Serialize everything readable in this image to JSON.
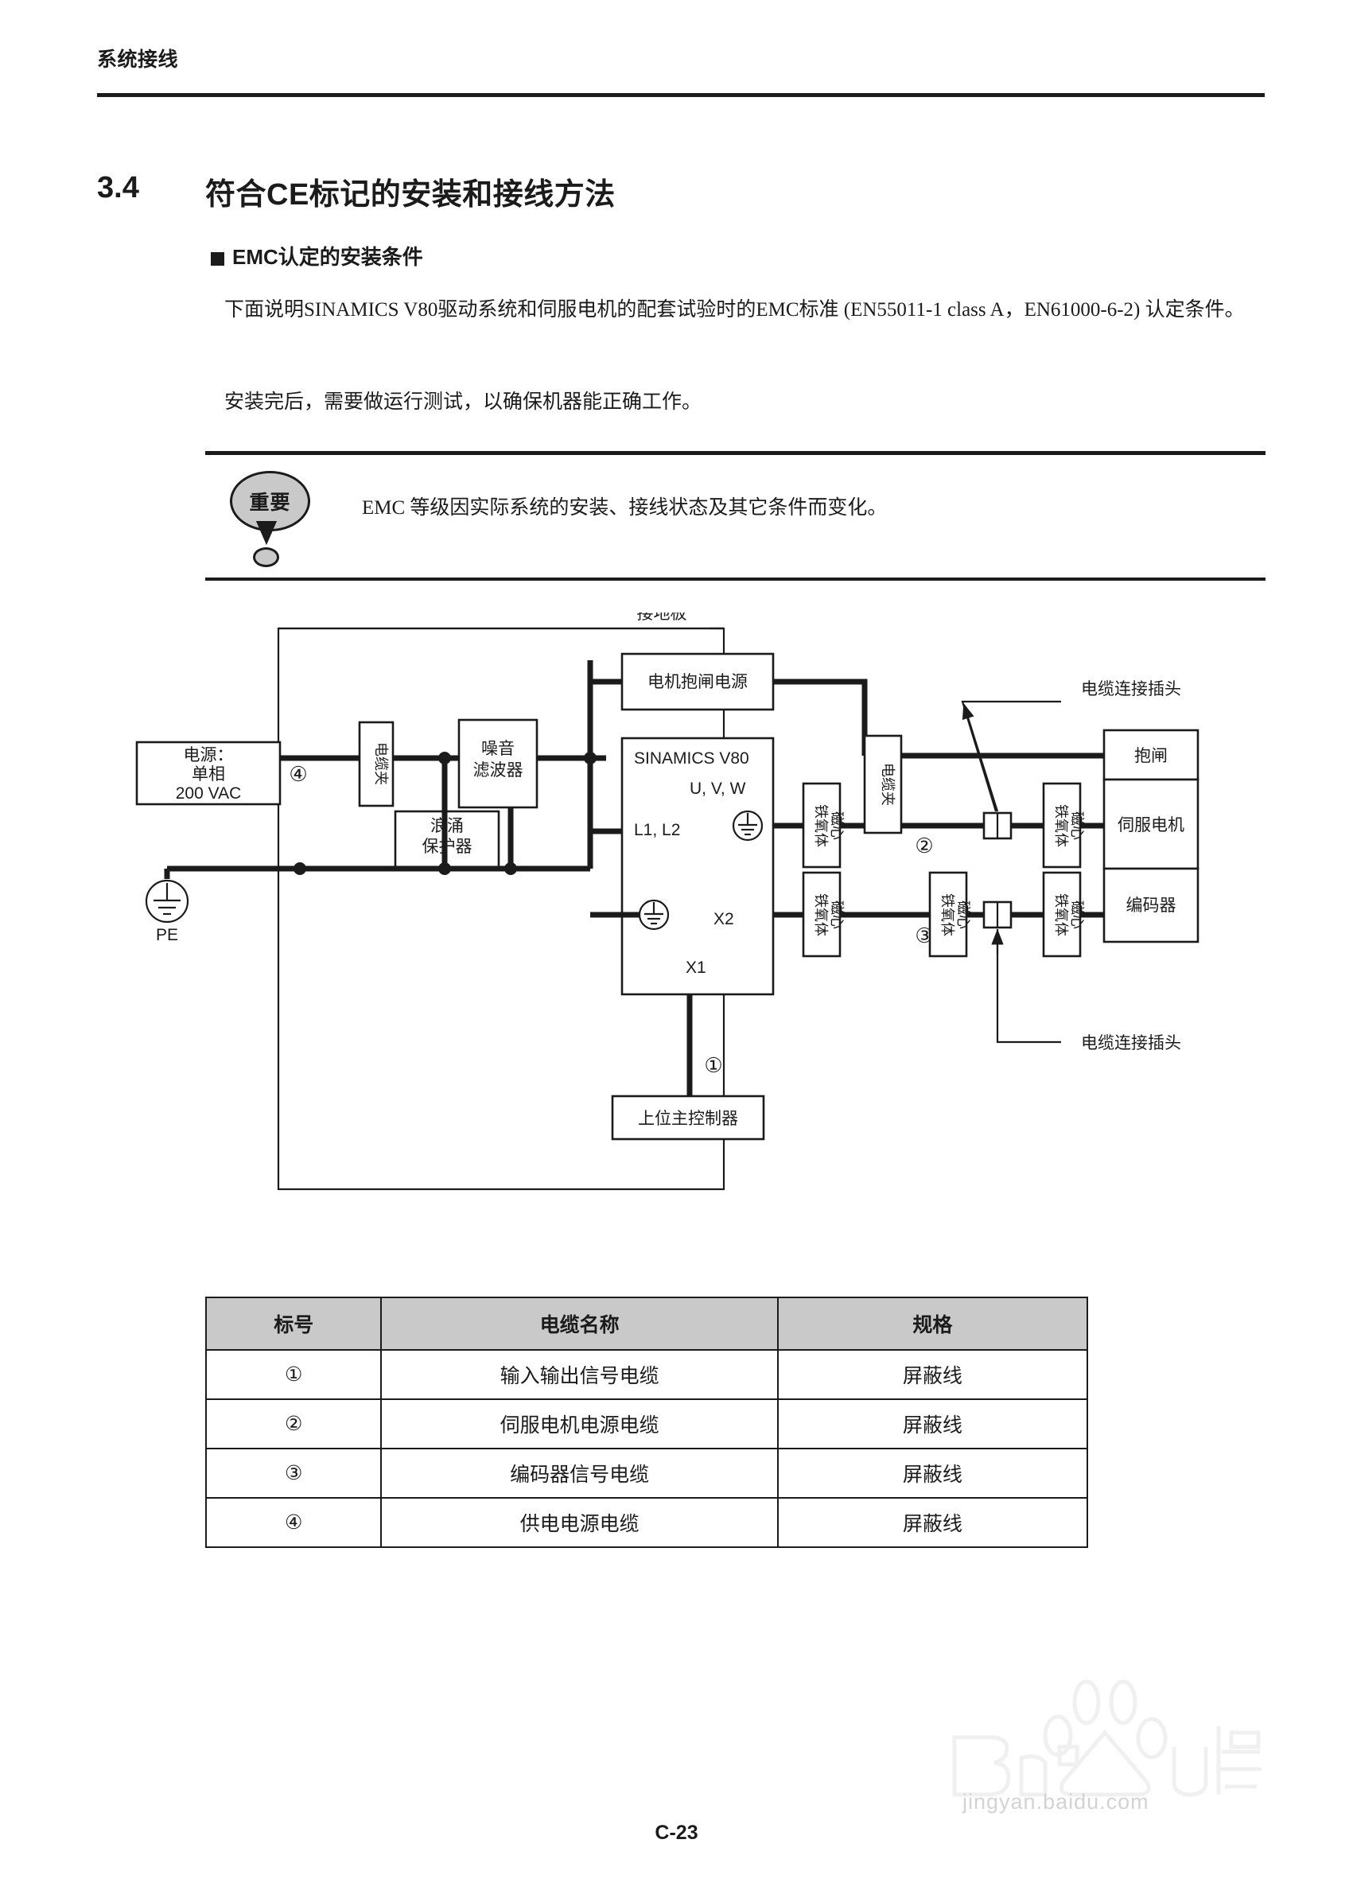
{
  "header": {
    "running_head": "系统接线"
  },
  "section": {
    "number": "3.4",
    "title": "符合CE标记的安装和接线方法",
    "subsection": "EMC认定的安装条件",
    "paragraph1": "下面说明SINAMICS V80驱动系统和伺服电机的配套试验时的EMC标准 (EN55011-1 class A，EN61000-6-2) 认定条件。",
    "paragraph2": "安装完后，需要做运行测试，以确保机器能正确工作。"
  },
  "note": {
    "badge": "重要",
    "text": "EMC 等级因实际系统的安装、接线状态及其它条件而变化。"
  },
  "diagram": {
    "ground_plate_label": "接地板",
    "power_source": "电源：\n单相\n200 VAC",
    "power_source_line1": "电源：",
    "power_source_line2": "单相",
    "power_source_line3": "200 VAC",
    "cable_clamp": "电缆夹",
    "noise_filter": "噪音滤波器",
    "noise_filter_line1": "噪音",
    "noise_filter_line2": "滤波器",
    "surge_protector_line1": "浪涌",
    "surge_protector_line2": "保护器",
    "motor_brake_power": "电机抱闸电源",
    "drive_name": "SINAMICS V80",
    "drive_uvw": "U, V, W",
    "drive_l1l2": "L1, L2",
    "drive_x1": "X1",
    "drive_x2": "X2",
    "ferrite_core": "铁氧体磁心",
    "ferrite_core_line1": "铁氧体",
    "ferrite_core_line2": "磁心",
    "host_controller": "上位主控制器",
    "brake": "抱闸",
    "servo_motor": "伺服电机",
    "encoder": "编码器",
    "pe_label": "PE",
    "connector_callout_top": "电缆连接插头",
    "connector_callout_bottom": "电缆连接插头",
    "marker1": "①",
    "marker2": "②",
    "marker3": "③",
    "marker4": "④"
  },
  "table": {
    "headers": [
      "标号",
      "电缆名称",
      "规格"
    ],
    "rows": [
      {
        "mark": "①",
        "name": "输入输出信号电缆",
        "spec": "屏蔽线"
      },
      {
        "mark": "②",
        "name": "伺服电机电源电缆",
        "spec": "屏蔽线"
      },
      {
        "mark": "③",
        "name": "编码器信号电缆",
        "spec": "屏蔽线"
      },
      {
        "mark": "④",
        "name": "供电电源电缆",
        "spec": "屏蔽线"
      }
    ]
  },
  "footer": {
    "page_number": "C-23",
    "watermark_text": "jingyan.baidu.com"
  },
  "colors": {
    "ink": "#1b1b1b",
    "header_fill": "#c9c9c9",
    "page_bg": "#ffffff"
  }
}
